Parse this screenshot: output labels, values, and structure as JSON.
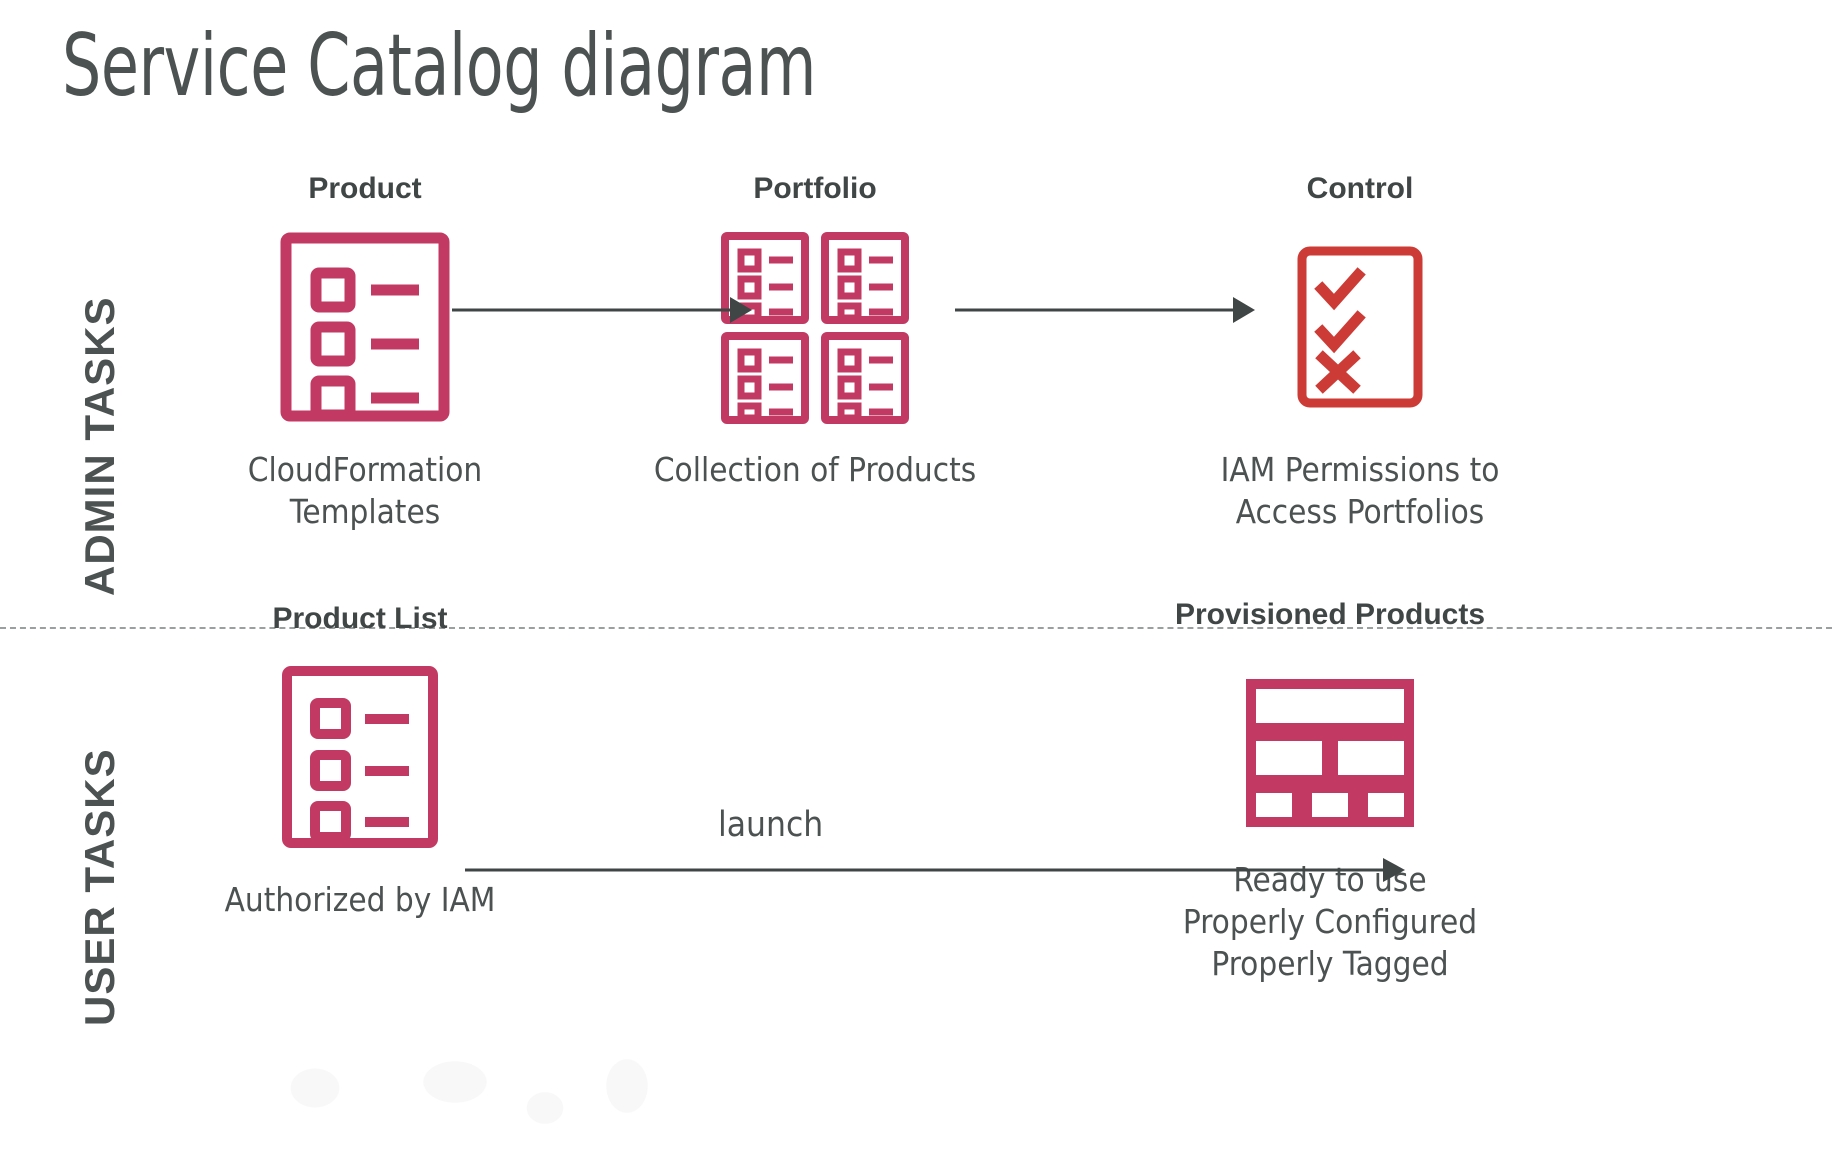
{
  "title": "Service Catalog diagram",
  "colors": {
    "text": "#4b5251",
    "icon_pink": "#c23a63",
    "icon_red": "#cc3b35",
    "arrow": "#3f4645",
    "divider": "#9a9f9f",
    "background": "#ffffff"
  },
  "lanes": [
    {
      "id": "admin",
      "label": "ADMIN TASKS"
    },
    {
      "id": "user",
      "label": "USER TASKS"
    }
  ],
  "divider": {
    "style": "dashed"
  },
  "nodes": [
    {
      "id": "product",
      "lane": "admin",
      "title": "Product",
      "icon": "checklist-document-icon",
      "caption_lines": [
        "CloudFormation",
        "Templates"
      ]
    },
    {
      "id": "portfolio",
      "lane": "admin",
      "title": "Portfolio",
      "icon": "four-checklist-documents-icon",
      "caption_lines": [
        "Collection of Products"
      ]
    },
    {
      "id": "control",
      "lane": "admin",
      "title": "Control",
      "icon": "checkmarks-and-cross-document-icon",
      "caption_lines": [
        "IAM Permissions to",
        "Access Portfolios"
      ]
    },
    {
      "id": "product-list",
      "lane": "user",
      "title": "Product List",
      "icon": "checklist-document-icon",
      "caption_lines": [
        "Authorized by IAM"
      ]
    },
    {
      "id": "provisioned-products",
      "lane": "user",
      "title": "Provisioned Products",
      "icon": "stacked-blocks-icon",
      "caption_lines": [
        "Ready to use",
        "Properly Configured",
        "Properly Tagged"
      ]
    }
  ],
  "connectors": [
    {
      "id": "product-to-portfolio",
      "from": "product",
      "to": "portfolio",
      "label": ""
    },
    {
      "id": "portfolio-to-control",
      "from": "portfolio",
      "to": "control",
      "label": ""
    },
    {
      "id": "productlist-to-provisioned",
      "from": "product-list",
      "to": "provisioned-products",
      "label": "launch"
    }
  ]
}
